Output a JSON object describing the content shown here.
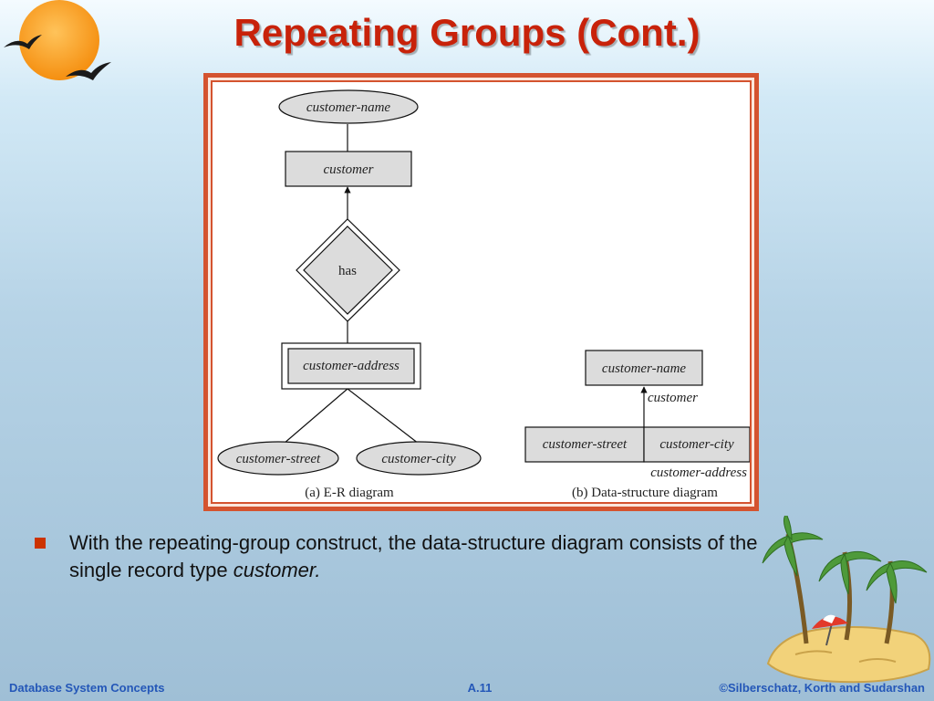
{
  "slide": {
    "title": "Repeating Groups (Cont.)",
    "bullet": {
      "text_plain": "With the repeating-group construct, the data-structure diagram consists of the single record type ",
      "text_italic": "customer."
    },
    "footer": {
      "left": "Database System Concepts",
      "center": "A.11",
      "right": "©Silberschatz, Korth and Sudarshan"
    }
  },
  "diagram": {
    "er": {
      "attr_top": "customer-name",
      "entity": "customer",
      "relationship": "has",
      "weak_entity": "customer-address",
      "attr_left": "customer-street",
      "attr_right": "customer-city",
      "caption": "(a) E-R diagram"
    },
    "ds": {
      "record_top": "customer-name",
      "link_label": "customer",
      "field_left": "customer-street",
      "field_right": "customer-city",
      "record_label": "customer-address",
      "caption": "(b) Data-structure diagram"
    }
  },
  "icons": [
    "sun-icon",
    "bird-icon",
    "palm-island-icon",
    "beach-umbrella-icon"
  ],
  "colors": {
    "title": "#c8220a",
    "frame": "#d4532f",
    "bullet": "#cc3300",
    "footer": "#2457b8"
  }
}
